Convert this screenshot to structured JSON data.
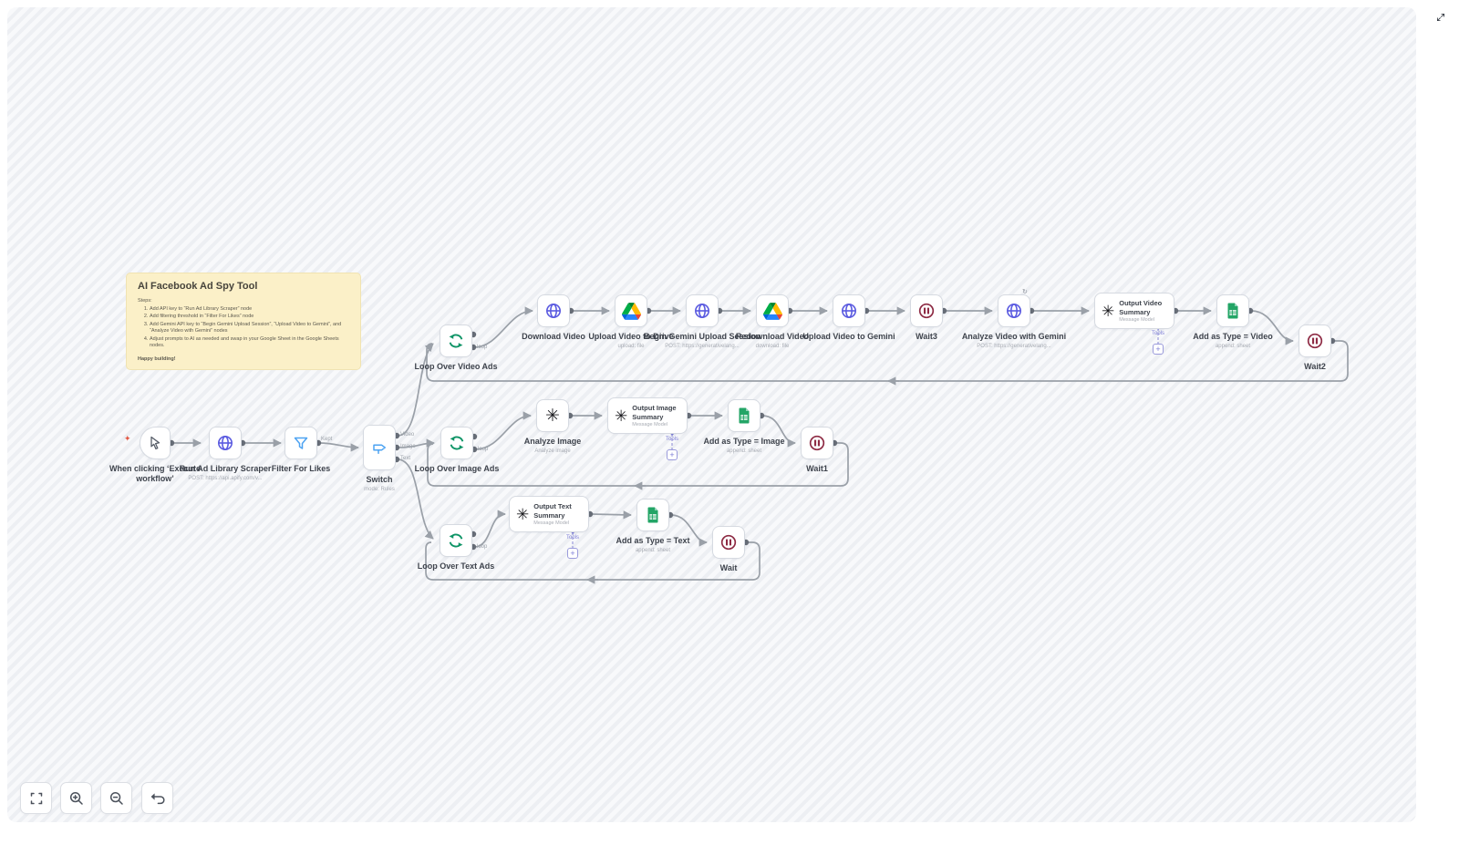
{
  "icons": {
    "openai": "✳",
    "retry": "↻",
    "spark": "✦",
    "plus": "+"
  },
  "sticky": {
    "title": "AI Facebook Ad Spy Tool",
    "steps_label": "Steps:",
    "steps": [
      "Add API key to “Run Ad Library Scraper” node",
      "Add filtering threshold in “Filter For Likes” node",
      "Add Gemini API key to “Begin Gemini Upload Session”, “Upload Video to Gemini”, and “Analyze Video with Gemini” nodes",
      "Adjust prompts to AI as needed and swap in your Google Sheet in the Google Sheets nodes."
    ],
    "footer": "Happy building!"
  },
  "port_labels": {
    "kept": "Kept",
    "video": "Video",
    "image": "Image",
    "text": "Text",
    "loop": "loop",
    "tools": "Tools"
  },
  "nodes": [
    {
      "label": "When clicking ‘Execute workflow’",
      "subtitle": ""
    },
    {
      "label": "Run Ad Library Scraper",
      "subtitle": "POST: https://api.apify.com/v..."
    },
    {
      "label": "Filter For Likes",
      "subtitle": ""
    },
    {
      "label": "Switch",
      "subtitle": "mode: Rules"
    },
    {
      "label": "Loop Over Video Ads",
      "subtitle": ""
    },
    {
      "label": "Download Video",
      "subtitle": ""
    },
    {
      "label": "Upload Video to Drive",
      "subtitle": "upload: file"
    },
    {
      "label": "Begin Gemini Upload Session",
      "subtitle": "POST: https://generativelang..."
    },
    {
      "label": "Redownload Video",
      "subtitle": "download: file"
    },
    {
      "label": "Upload Video to Gemini",
      "subtitle": ""
    },
    {
      "label": "Wait3",
      "subtitle": ""
    },
    {
      "label": "Analyze Video with Gemini",
      "subtitle": "POST: https://generativelang..."
    },
    {
      "label": "Output Video Summary",
      "subtitle": "Message Model"
    },
    {
      "label": "Add as Type = Video",
      "subtitle": "append: sheet"
    },
    {
      "label": "Wait2",
      "subtitle": ""
    },
    {
      "label": "Loop Over Image Ads",
      "subtitle": ""
    },
    {
      "label": "Analyze Image",
      "subtitle": "Analyze image"
    },
    {
      "label": "Output Image Summary",
      "subtitle": "Message Model"
    },
    {
      "label": "Add as Type = Image",
      "subtitle": "append: sheet"
    },
    {
      "label": "Wait1",
      "subtitle": ""
    },
    {
      "label": "Loop Over Text Ads",
      "subtitle": ""
    },
    {
      "label": "Output Text Summary",
      "subtitle": "Message Model"
    },
    {
      "label": "Add as Type = Text",
      "subtitle": "append: sheet"
    },
    {
      "label": "Wait",
      "subtitle": ""
    }
  ],
  "colors": {
    "http_icon": "#5a5ae0",
    "filter_icon": "#4da3f2",
    "switch_icon": "#4da3f2",
    "loop_icon": "#0e9466",
    "wait_icon": "#8e2b44",
    "sheets_green": "#23a566",
    "sticky_bg": "#fbf0c8",
    "wire": "#9aa0a8"
  }
}
